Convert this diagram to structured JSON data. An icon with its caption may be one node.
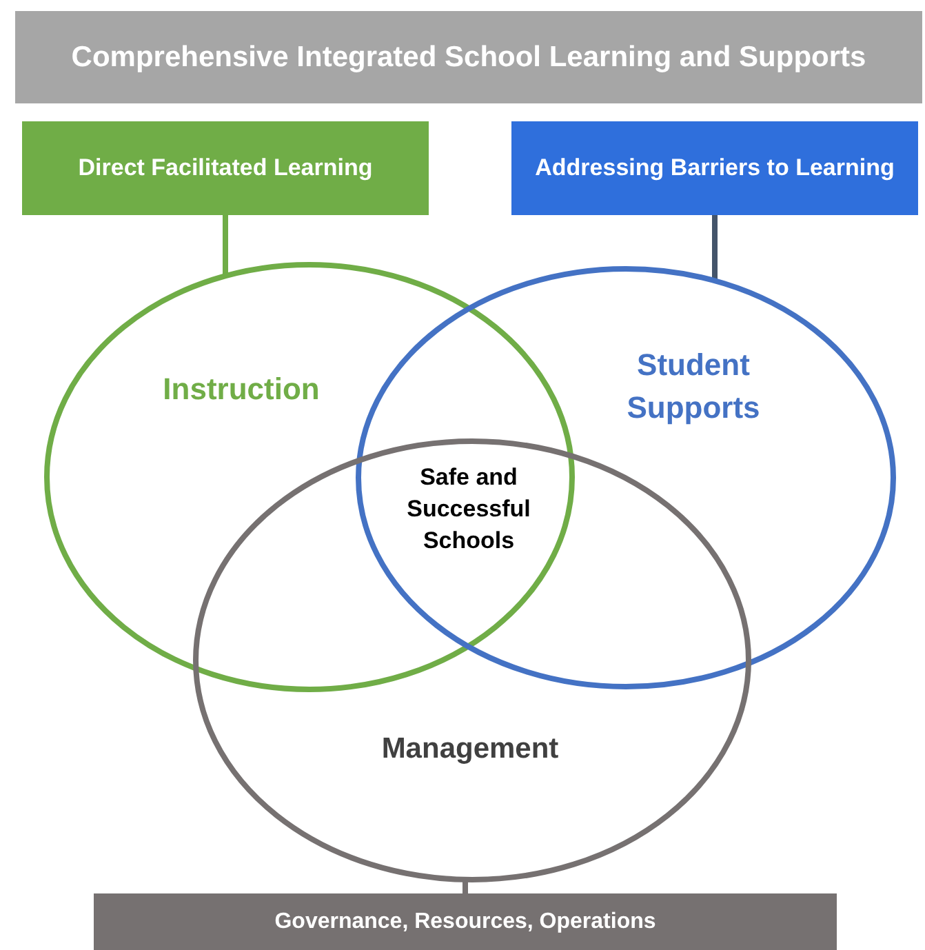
{
  "diagram": {
    "nodes": [
      {
        "text": [
          "Comprehensive Integrated School Learning and Supports"
        ]
      },
      {
        "text": [
          "Direct Facilitated Learning"
        ]
      },
      {
        "text": [
          "Addressing Barriers to Learning"
        ]
      },
      {
        "text": [
          "Instruction"
        ]
      },
      {
        "text": [
          "Student Supports"
        ]
      },
      {
        "text": [
          "Management"
        ]
      },
      {
        "text": [
          "Governance, Resources, Operations"
        ]
      }
    ],
    "edges": [
      {
        "from": 1,
        "to": 3,
        "arrow": "none",
        "color": "#70ad47"
      },
      {
        "from": 2,
        "to": 4,
        "arrow": "none",
        "color": "#44546a"
      },
      {
        "from": 5,
        "to": 6,
        "arrow": "none",
        "color": "#767171"
      }
    ],
    "labels": [
      "Safe and Successful Schools"
    ]
  }
}
